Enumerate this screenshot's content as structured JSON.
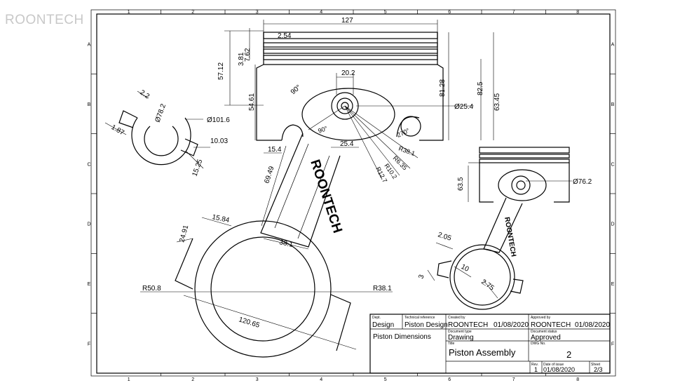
{
  "brand": "ROONTECH",
  "frame": {
    "columns": [
      "1",
      "2",
      "3",
      "4",
      "5",
      "6",
      "7",
      "8"
    ],
    "rows": [
      "A",
      "B",
      "C",
      "D",
      "E",
      "F"
    ]
  },
  "dims": {
    "overall_width": "127",
    "ring_groove": "2.54",
    "groove_gap": "3.81",
    "land": "7.62",
    "crown_to_pin": "57.12",
    "skirt": "54.61",
    "boss_width": "20.2",
    "angle_90": "90°",
    "pin_dia": "Ø25.4",
    "height_81": "81.28",
    "height_82": "82.5",
    "height_63": "63.45",
    "skirt_offset": "15.4",
    "web_25": "25.4",
    "angle_90b": "90°",
    "angle_270": "270°",
    "r38": "R38.1",
    "r6": "R6.35",
    "r10": "R10.2",
    "r12": "R12.7",
    "ring_thk": "2.2",
    "ring_dia": "Ø78.2",
    "ring_od": "Ø101.6",
    "ring_gap": "1.87",
    "ring_cut": "10.03",
    "ring_depth": "15.25",
    "rod_len": "69.49",
    "rod_width": "38.1",
    "cap_w": "15.84",
    "cap_h": "24.91",
    "big_r": "R50.8",
    "big_r2": "R38.1",
    "big_dia": "120.65",
    "iso_height": "63.5",
    "iso_dia": "Ø76.2",
    "iso_2_05": "2.05",
    "iso_3": "3",
    "iso_10": "10",
    "iso_2_75": "2.75"
  },
  "title_block": {
    "dept_label": "Dept.",
    "dept": "Design",
    "tech_ref_label": "Technical reference",
    "tech_ref": "Piston Design",
    "created_label": "Created by",
    "created_by": "ROONTECH",
    "created_date": "01/08/2020",
    "approved_label": "Approved by",
    "approved_by": "ROONTECH",
    "approved_date": "01/08/2020",
    "description": "Piston Dimensions",
    "doc_type_label": "Document type",
    "doc_type": "Drawing",
    "doc_status_label": "Document status",
    "doc_status": "Approved",
    "title_label": "Title",
    "title": "Piston Assembly",
    "dwg_label": "DWG No.",
    "dwg_no": "2",
    "rev_label": "Rev.",
    "rev": "1",
    "issue_label": "Date of issue",
    "issue_date": "01/08/2020",
    "sheet_label": "Sheet",
    "sheet": "2/3"
  }
}
